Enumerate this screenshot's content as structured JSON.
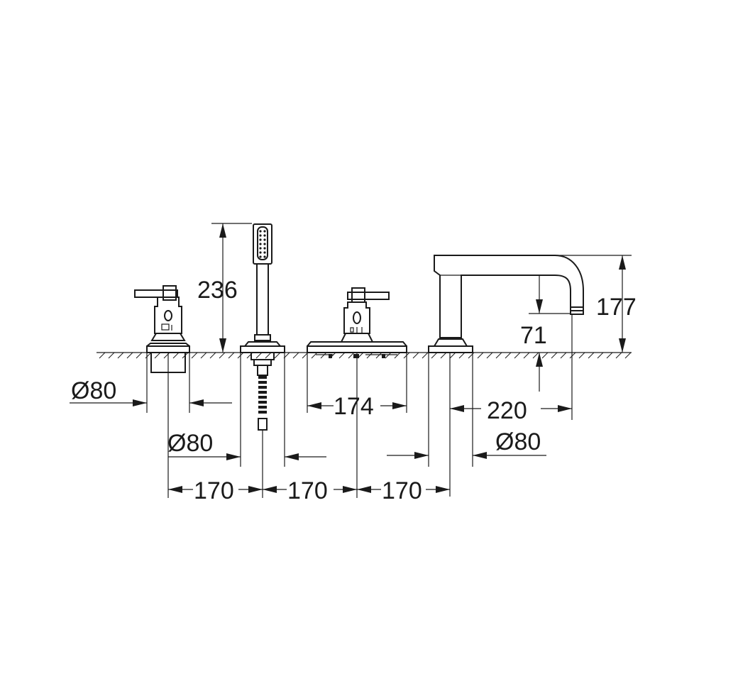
{
  "diagram": {
    "dimensions": {
      "handshower_height": "236",
      "spout_height": "177",
      "spout_outlet_height": "71",
      "left_valve_diameter": "Ø80",
      "handshower_diameter": "Ø80",
      "center_valve_width": "174",
      "spout_reach": "220",
      "spout_base_diameter": "Ø80",
      "spacing_1": "170",
      "spacing_2": "170",
      "spacing_3": "170"
    }
  }
}
